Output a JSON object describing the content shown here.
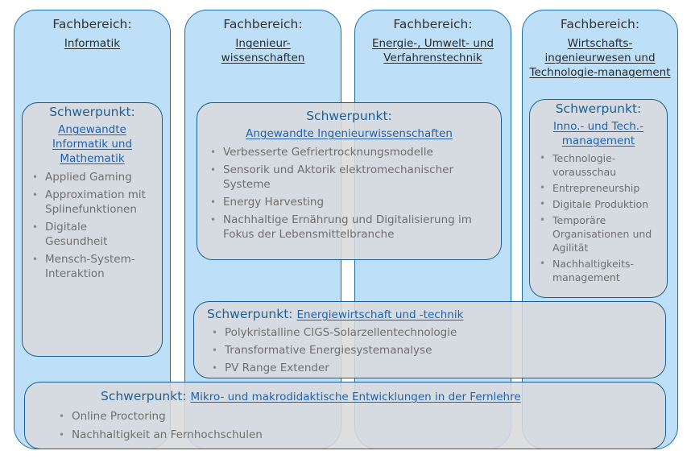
{
  "columns": [
    {
      "label": "Fachbereich:",
      "subject_lines": [
        "Informatik"
      ]
    },
    {
      "label": "Fachbereich:",
      "subject_lines": [
        "Ingenieur-",
        "wissenschaften"
      ]
    },
    {
      "label": "Fachbereich:",
      "subject_lines": [
        "Energie-, Umwelt- und",
        "Verfahrenstechnik"
      ]
    },
    {
      "label": "Fachbereich:",
      "subject_lines": [
        "Wirtschafts-",
        "ingenieurwesen und",
        "Technologie-management"
      ]
    }
  ],
  "focus_informatik": {
    "label": "Schwerpunkt:",
    "title_lines": [
      "Angewandte",
      "Informatik und",
      "Mathematik"
    ],
    "items": [
      [
        "Applied Gaming"
      ],
      [
        "Approximation mit",
        "Splinefunktionen"
      ],
      [
        "Digitale",
        "Gesundheit"
      ],
      [
        "Mensch-System-",
        "Interaktion"
      ]
    ]
  },
  "focus_ingenieur": {
    "label": "Schwerpunkt:",
    "title_lines": [
      "Angewandte Ingenieurwissenschaften"
    ],
    "items": [
      [
        "Verbesserte Gefriertrocknungsmodelle"
      ],
      [
        "Sensorik und Aktorik elektromechanischer",
        "Systeme"
      ],
      [
        "Energy Harvesting"
      ],
      [
        "Nachhaltige Ernährung und Digitalisierung im",
        "Fokus der Lebensmittelbranche"
      ]
    ]
  },
  "focus_wirtschaft": {
    "label": "Schwerpunkt:",
    "title_lines": [
      "Inno.- und Tech.-",
      "management"
    ],
    "items": [
      [
        "Technologie-",
        "vorausschau"
      ],
      [
        "Entrepreneurship"
      ],
      [
        "Digitale Produktion"
      ],
      [
        "Temporäre",
        "Organisationen und",
        "Agilität"
      ],
      [
        "Nachhaltigkeits-",
        "management"
      ]
    ]
  },
  "focus_energie": {
    "label": "Schwerpunkt:",
    "title": "Energiewirtschaft und -technik",
    "items": [
      [
        "Polykristalline CIGS-Solarzellentechnologie"
      ],
      [
        "Transformative Energiesystemanalyse"
      ],
      [
        "PV Range Extender"
      ]
    ]
  },
  "focus_didaktik": {
    "label": "Schwerpunkt:",
    "title": "Mikro- und makrodidaktische Entwicklungen in der Fernlehre",
    "items": [
      [
        "Online Proctoring"
      ],
      [
        "Nachhaltigkeit an Fernhochschulen"
      ]
    ]
  }
}
